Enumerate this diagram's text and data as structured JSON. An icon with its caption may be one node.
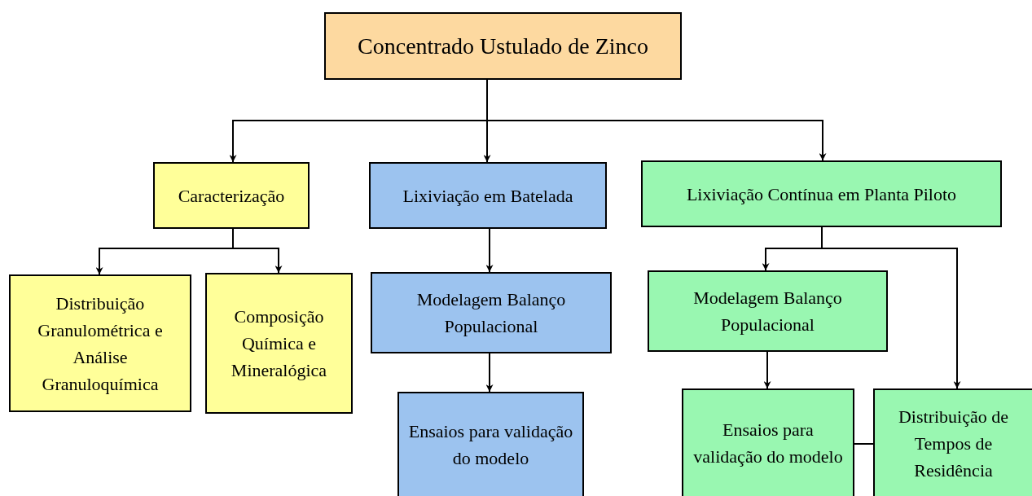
{
  "diagram": {
    "nodes": [
      {
        "text": [
          "Concentrado Ustulado de Zinco"
        ]
      },
      {
        "text": [
          "Caracterização"
        ]
      },
      {
        "text": [
          "Lixiviação em Batelada"
        ]
      },
      {
        "text": [
          "Lixiviação Contínua em Planta Piloto"
        ]
      },
      {
        "text": [
          "Distribuição Granulométrica e Análise Granuloquímica"
        ]
      },
      {
        "text": [
          "Composição Química e Mineralógica"
        ]
      },
      {
        "text": [
          "Modelagem Balanço Populacional"
        ]
      },
      {
        "text": [
          "Ensaios para validação do modelo"
        ]
      },
      {
        "text": [
          "Modelagem Balanço Populacional"
        ]
      },
      {
        "text": [
          "Ensaios para validação do modelo"
        ]
      },
      {
        "text": [
          "Distribuição de Tempos de Residência"
        ]
      }
    ],
    "edges": [
      {
        "from": 0,
        "to": 1,
        "arrow": "to"
      },
      {
        "from": 0,
        "to": 2,
        "arrow": "to"
      },
      {
        "from": 0,
        "to": 3,
        "arrow": "to"
      },
      {
        "from": 1,
        "to": 4,
        "arrow": "to"
      },
      {
        "from": 1,
        "to": 5,
        "arrow": "to"
      },
      {
        "from": 2,
        "to": 6,
        "arrow": "to"
      },
      {
        "from": 6,
        "to": 7,
        "arrow": "to"
      },
      {
        "from": 3,
        "to": 8,
        "arrow": "to"
      },
      {
        "from": 3,
        "to": 10,
        "arrow": "to"
      },
      {
        "from": 8,
        "to": 9,
        "arrow": "to"
      },
      {
        "from": 9,
        "to": 10,
        "arrow": "none"
      }
    ]
  }
}
